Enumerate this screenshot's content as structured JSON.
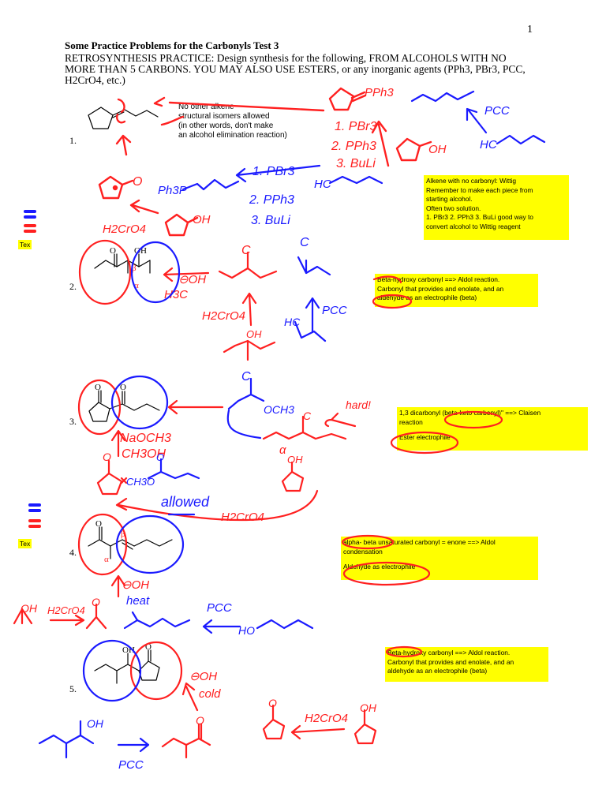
{
  "page_number": "1",
  "title": "Some Practice Problems for the Carbonyls Test 3",
  "instructions": "RETROSYNTHESIS PRACTICE:  Design synthesis for the following, FROM ALCOHOLS WITH NO MORE THAN 5 CARBONS.  YOU MAY ALSO USE ESTERS, or any inorganic agents (PPh3, PBr3, PCC, H2CrO4, etc.)",
  "problems": [
    {
      "number": "1.",
      "note": [
        "No other alkene",
        "structural isomers allowed",
        "(in other words, don't make",
        "an alcohol elimination reaction)"
      ]
    },
    {
      "number": "2."
    },
    {
      "number": "3."
    },
    {
      "number": "4."
    },
    {
      "number": "5."
    }
  ],
  "sidebar_tags": [
    "Tex",
    "Tex"
  ],
  "hint_boxes": [
    {
      "lines": [
        "Alkene with no carbonyl:  Wittig",
        "Remember to make each piece from",
        "starting alcohol.",
        "Often two solution.",
        "1. PBr3 2. PPh3 3. BuLi good way to",
        "convert alcohol to Wittig reagent"
      ]
    },
    {
      "lines": [
        "Beta-hydroxy carbonyl ==> Aldol reaction.",
        "Carbonyl that provides and enolate, and an",
        "aldehyde as an electrophile (beta)"
      ]
    },
    {
      "lines": [
        "1,3 dicarbonyl  (beta-keto carbonyl)\" ==> Claisen",
        "reaction",
        "",
        "Ester electrophile"
      ]
    },
    {
      "lines": [
        "alpha- beta unsaturated carbonyl = enone ==> Aldol",
        "condensation",
        "",
        "Aldehyde as electrophile"
      ]
    },
    {
      "lines": [
        "Beta-hydroxy carbonyl ==> Aldol reaction.",
        "Carbonyl that provides and enolate, and an",
        "aldehyde as an electrophile (beta)"
      ]
    }
  ],
  "handwriting": {
    "reagents_wittig": [
      "1. PBr3",
      "2. PPh3",
      "3. BuLi"
    ],
    "reagents_wittig_2": [
      "1. PBr3",
      "2. PPh3",
      "3. BuLi"
    ],
    "ph3p": "Ph3P",
    "pph3": "PPh3",
    "h2cro4": "H2CrO4",
    "pcc": "PCC",
    "oh_minus": "⊖OH",
    "naoch3": "NaOCH3",
    "ch3oh": "CH3OH",
    "och3": "OCH3",
    "allowed": "allowed",
    "heat": "heat",
    "cold": "cold",
    "hard": "hard!",
    "alpha": "α",
    "beta": "β",
    "c_label": "C",
    "hc": "HC",
    "ho": "HO",
    "oh": "OH",
    "o": "O",
    "h3c": "H3C",
    "ch3o": "CH3O"
  },
  "colors": {
    "red": "#ff2020",
    "blue": "#1a1aff",
    "highlight": "#ffff00"
  }
}
